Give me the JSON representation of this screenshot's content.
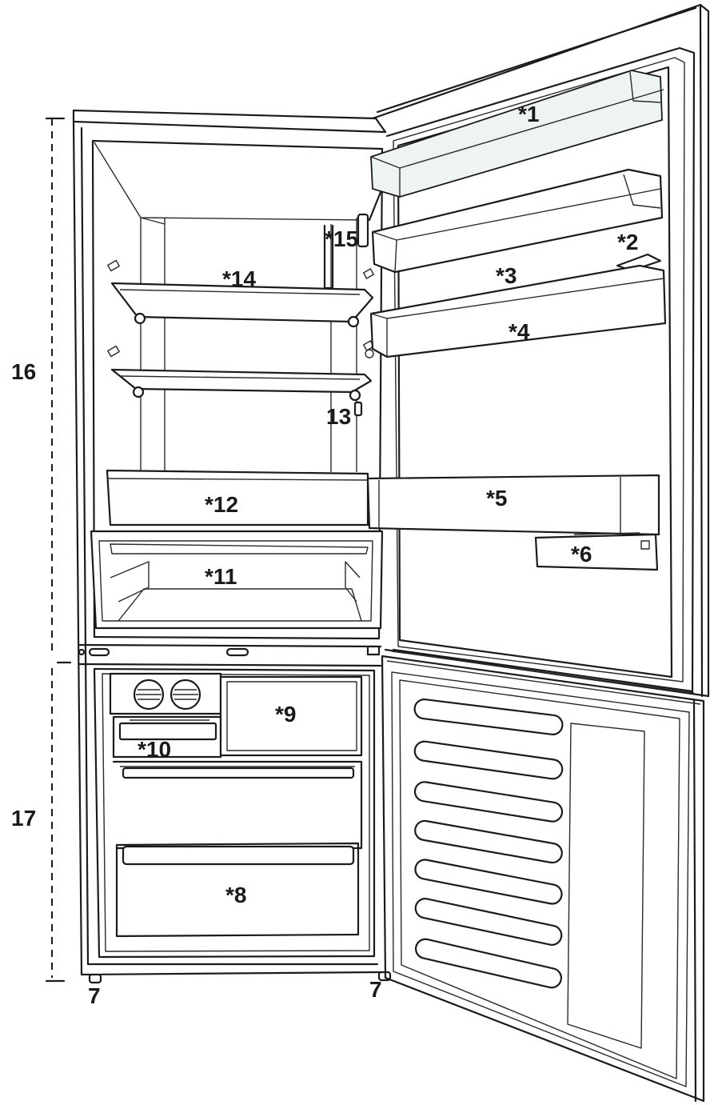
{
  "labels": {
    "l1": "*1",
    "l2": "*2",
    "l3": "*3",
    "l4": "*4",
    "l5": "*5",
    "l6": "*6",
    "l7a": "7",
    "l7b": "7",
    "l8": "*8",
    "l9": "*9",
    "l10": "*10",
    "l11": "*11",
    "l12": "*12",
    "l13": "13",
    "l14": "*14",
    "l15": "*15",
    "l16": "16",
    "l17": "17"
  },
  "icons": {
    "fridge": "refrigerator-outline",
    "control_knobs": "dial-icon"
  },
  "colors": {
    "line": "#1b1b1b",
    "glass_tint": "#eef5f1",
    "background": "#ffffff"
  }
}
